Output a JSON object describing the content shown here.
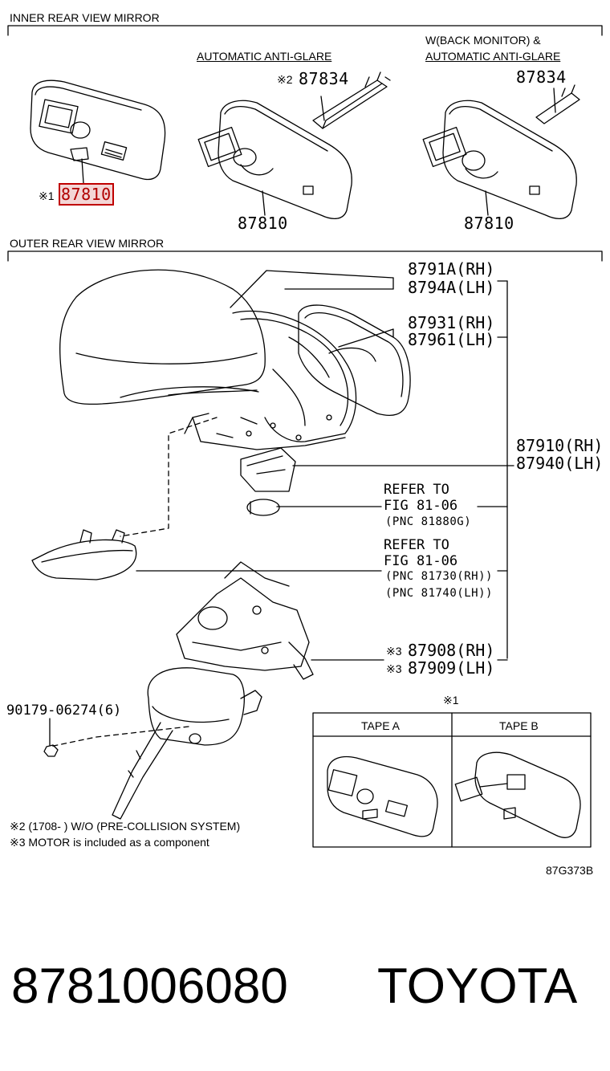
{
  "sections": {
    "inner_title": "INNER REAR VIEW MIRROR",
    "outer_title": "OUTER REAR VIEW MIRROR"
  },
  "inner": {
    "auto_antiglare_label": "AUTOMATIC ANTI-GLARE",
    "back_monitor_line1": "W(BACK MONITOR) &",
    "back_monitor_line2": "AUTOMATIC ANTI-GLARE",
    "callouts": {
      "mark_1": "※1",
      "mirror_1": "87810",
      "mark_2": "※2",
      "cover_1": "87834",
      "mirror_2": "87810",
      "cover_2": "87834",
      "mirror_3": "87810"
    }
  },
  "outer": {
    "callouts": {
      "cover_rh": "8791A(RH)",
      "cover_lh": "8794A(LH)",
      "glass_rh": "87931(RH)",
      "glass_lh": "87961(LH)",
      "assy_rh": "87910(RH)",
      "assy_lh": "87940(LH)",
      "ref1_line1": "REFER TO",
      "ref1_line2": "FIG 81-06",
      "ref1_pnc": "(PNC 81880G)",
      "ref2_line1": "REFER TO",
      "ref2_line2": "FIG 81-06",
      "ref2_pnc_rh": "(PNC 81730(RH))",
      "ref2_pnc_lh": "(PNC 81740(LH))",
      "motor_mark": "※3",
      "motor_rh": "87908(RH)",
      "motor_lh": "87909(LH)",
      "screw": "90179-06274(6)"
    }
  },
  "tape_table": {
    "mark": "※1",
    "col_a": "TAPE A",
    "col_b": "TAPE B"
  },
  "notes": {
    "note_2": "※2 (1708-       ) W/O (PRE-COLLISION SYSTEM)",
    "note_3": "※3 MOTOR is included as a component"
  },
  "figure_code": "87G373B",
  "footer": {
    "part_number": "8781006080",
    "brand": "TOYOTA"
  },
  "colors": {
    "highlight": "#c00000"
  }
}
